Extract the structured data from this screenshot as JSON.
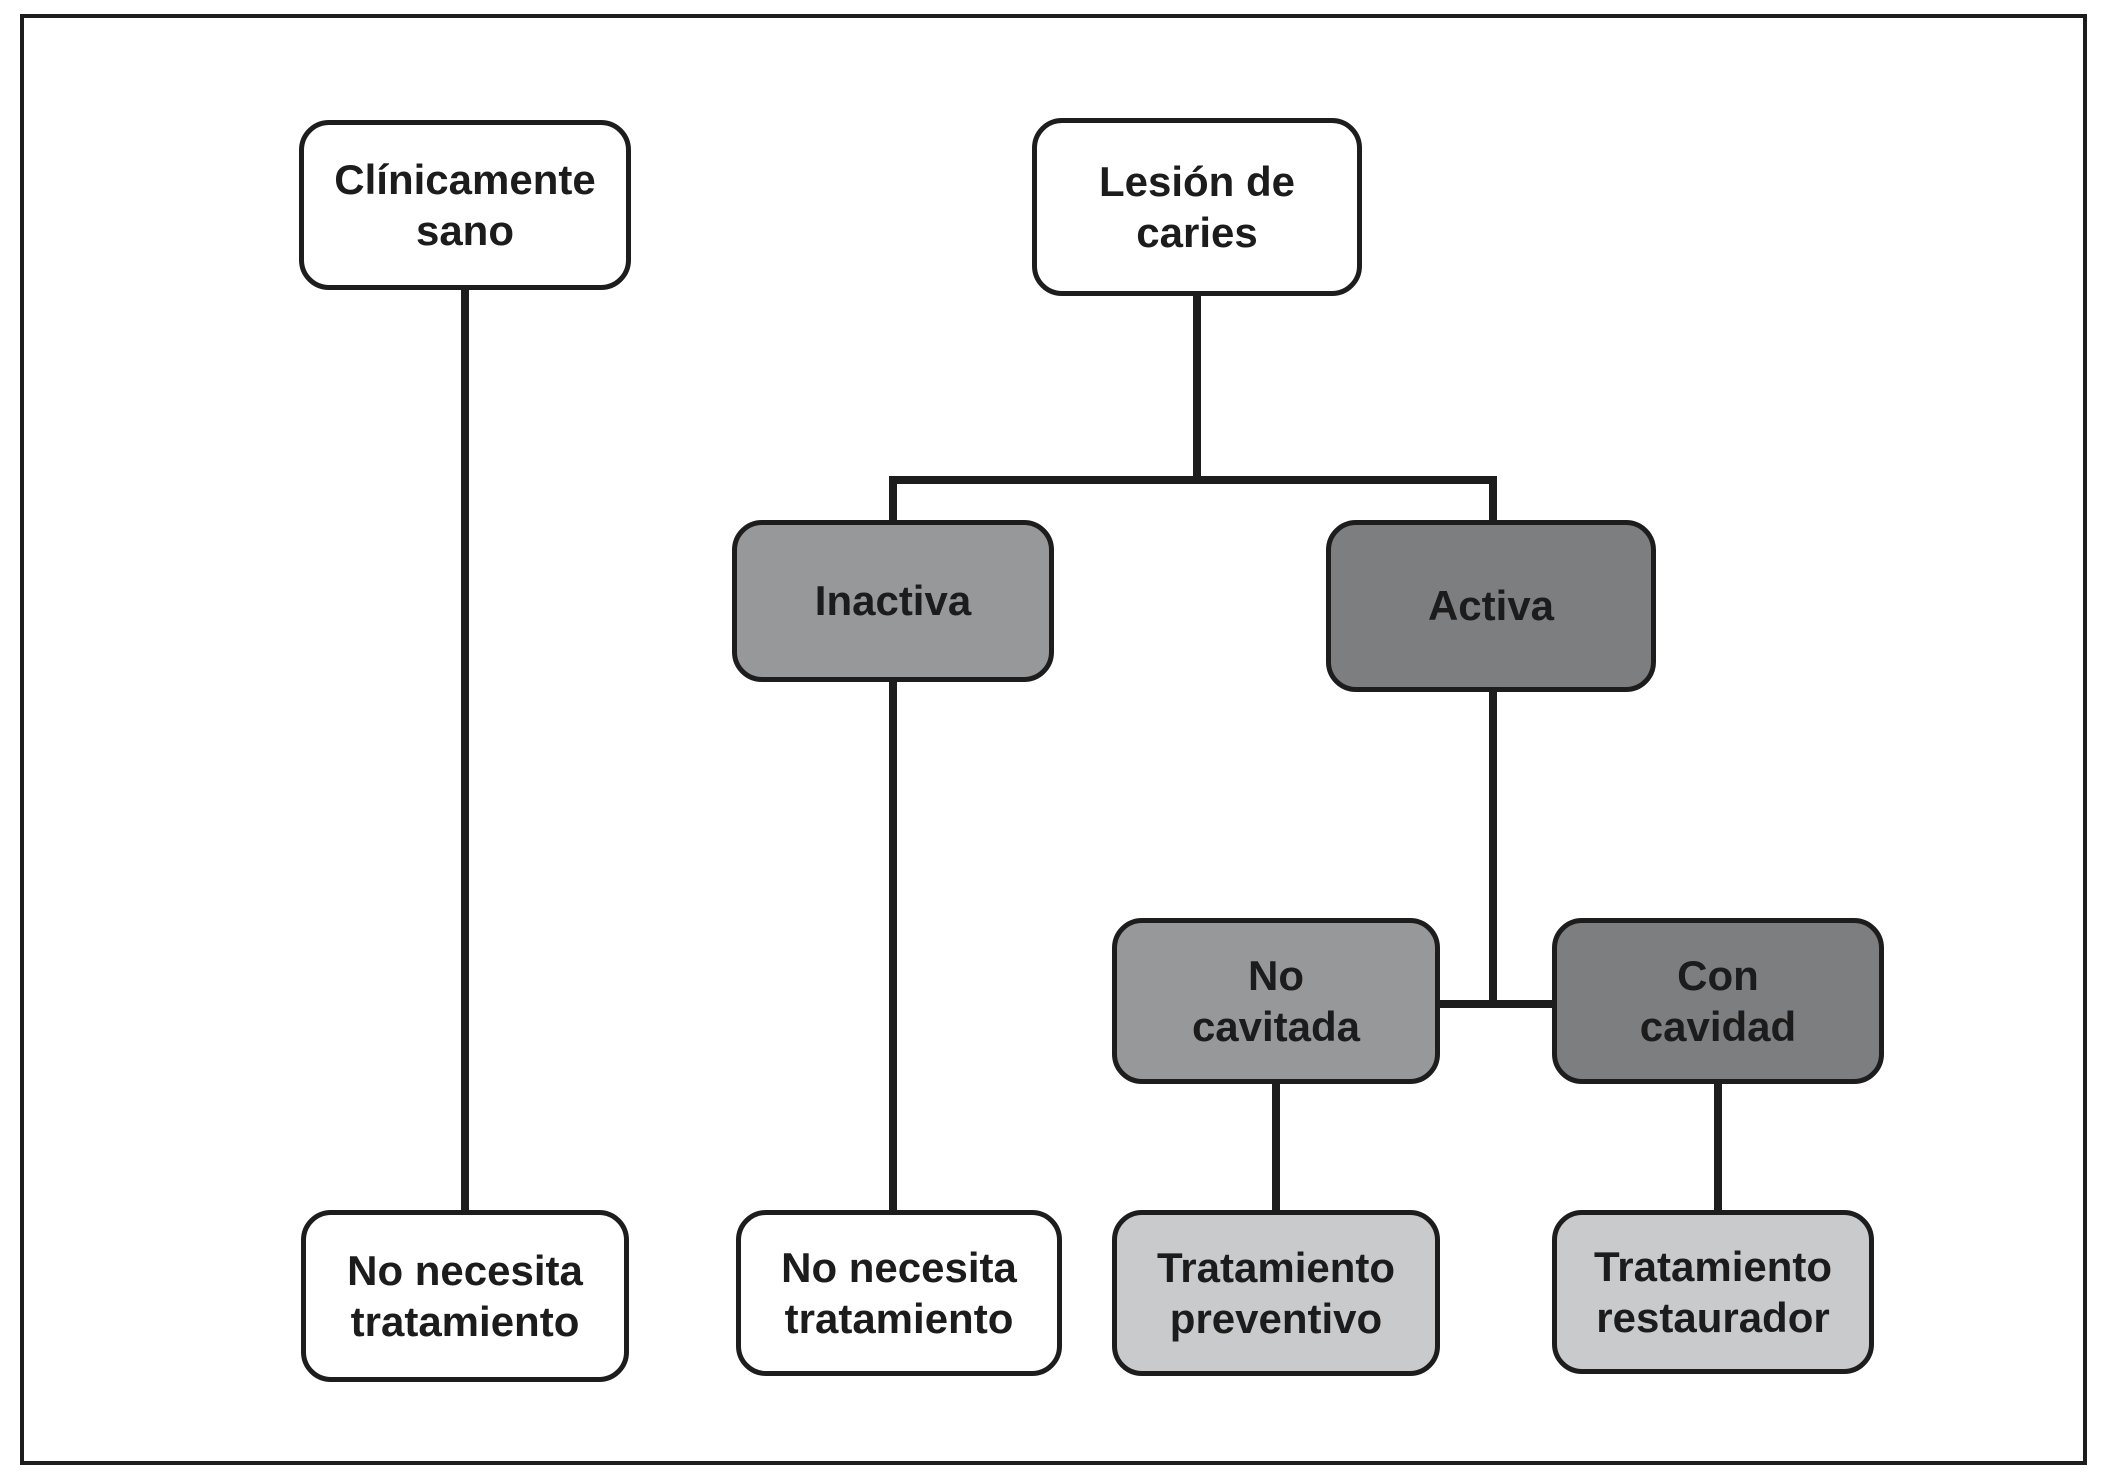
{
  "diagram": {
    "description": "Flujograma de decisión de tratamiento de lesión de caries",
    "colors": {
      "line": "#1d1d1d",
      "border": "#1d1d1d",
      "text": "#1c1c1c",
      "white_fill": "#ffffff",
      "medium_gray_fill": "#97989a",
      "dark_gray_fill": "#7d7e80",
      "light_gray_fill": "#c9cacc"
    },
    "nodes": {
      "clinicamente_sano": {
        "label": "Clínicamente\nsano",
        "fill": "#ffffff"
      },
      "lesion_caries": {
        "label": "Lesión de\ncaries",
        "fill": "#ffffff"
      },
      "inactiva": {
        "label": "Inactiva",
        "fill": "#97989a"
      },
      "activa": {
        "label": "Activa",
        "fill": "#7d7e80"
      },
      "no_cavitada": {
        "label": "No\ncavitada",
        "fill": "#97989a"
      },
      "con_cavidad": {
        "label": "Con\ncavidad",
        "fill": "#7d7e80"
      },
      "no_necesita_1": {
        "label": "No necesita\ntratamiento",
        "fill": "#ffffff"
      },
      "no_necesita_2": {
        "label": "No necesita\ntratamiento",
        "fill": "#ffffff"
      },
      "trat_preventivo": {
        "label": "Tratamiento\npreventivo",
        "fill": "#c9cacc"
      },
      "trat_restaurador": {
        "label": "Tratamiento\nrestaurador",
        "fill": "#c9cacc"
      }
    }
  }
}
